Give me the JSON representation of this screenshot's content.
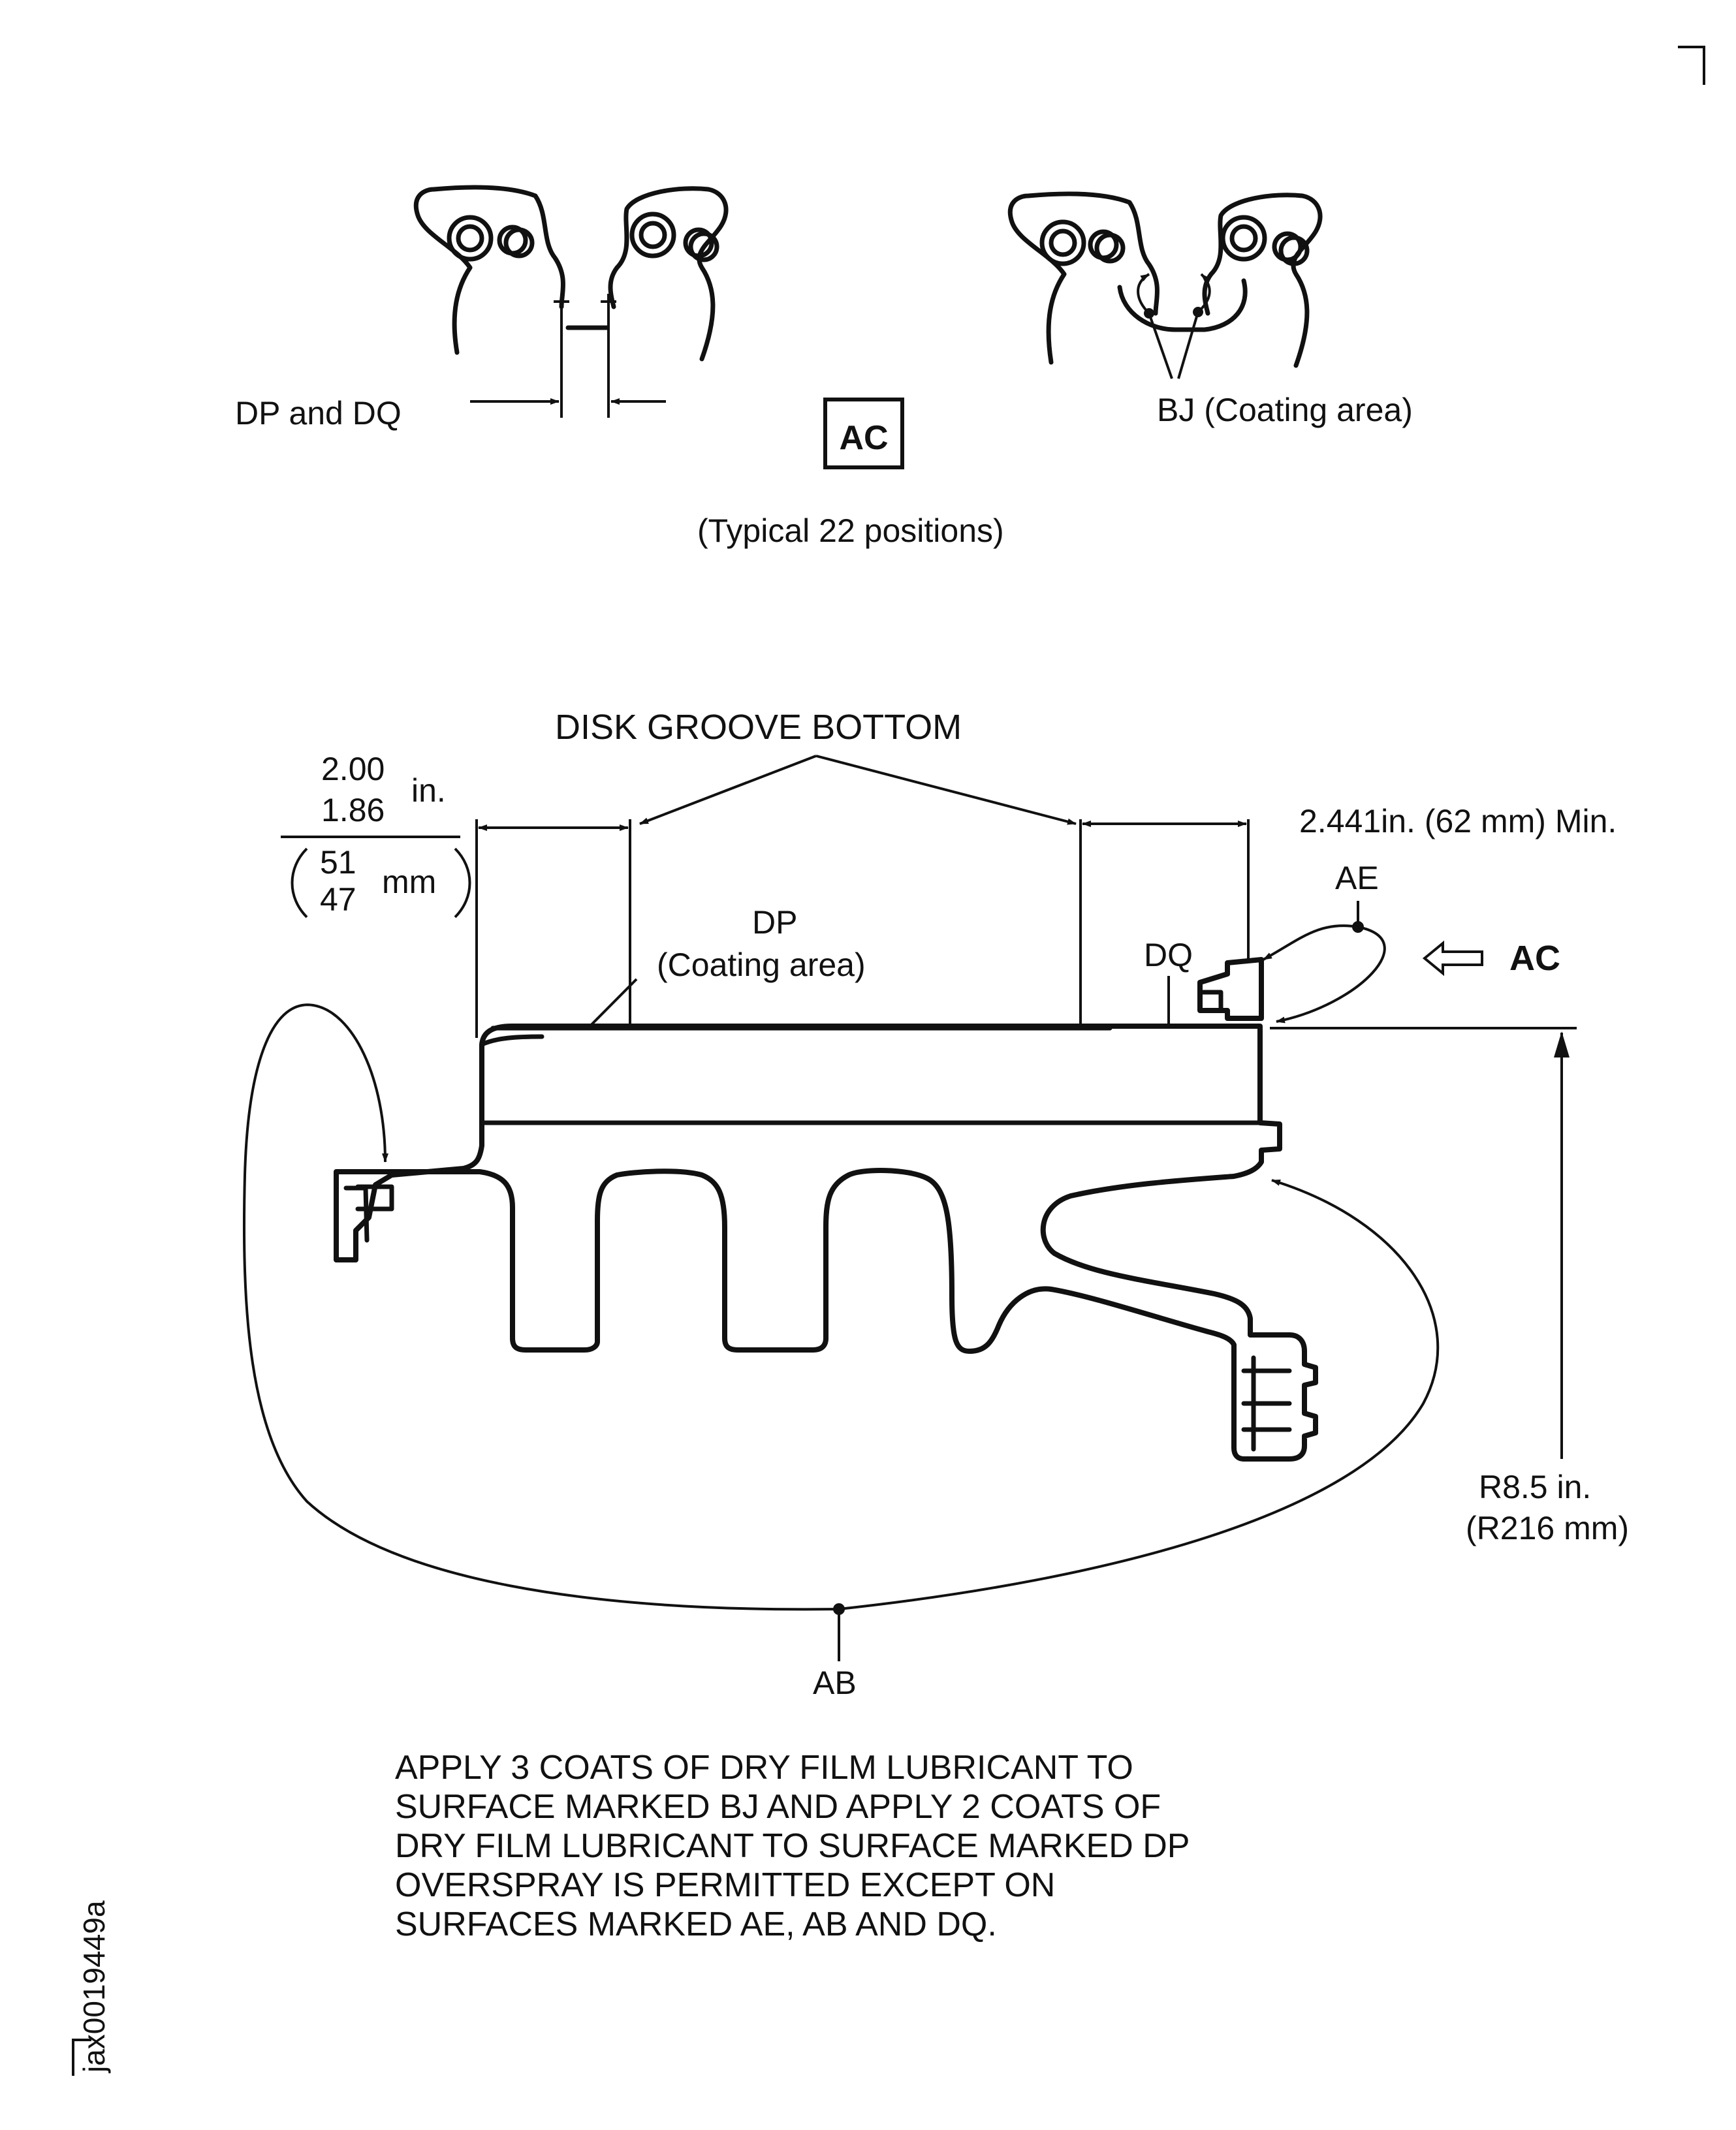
{
  "view_ac": {
    "dp_dq_label": "DP and DQ",
    "view_tag": "AC",
    "bj_label": "BJ (Coating area)",
    "typical_label": "(Typical 22 positions)"
  },
  "section": {
    "groove_label": "DISK GROOVE BOTTOM",
    "dim_left_upper": "2.00",
    "dim_left_lower": "1.86",
    "dim_left_unit": "in.",
    "dim_left_mm_upper": "51",
    "dim_left_mm_lower": "47",
    "dim_left_mm_unit": "mm",
    "dim_right": "2.441in. (62 mm) Min.",
    "ae_label": "AE",
    "ac_arrow_label": "AC",
    "dp_label": "DP",
    "dp_sub": "(Coating area)",
    "dq_label": "DQ",
    "radius_in": "R8.5 in.",
    "radius_mm": "(R216 mm)",
    "ab_label": "AB"
  },
  "note_lines": [
    "APPLY 3 COATS OF DRY FILM LUBRICANT TO",
    "SURFACE MARKED BJ AND APPLY 2 COATS OF",
    "DRY FILM LUBRICANT TO SURFACE MARKED DP",
    "OVERSPRAY IS PERMITTED EXCEPT ON",
    "SURFACES MARKED AE, AB AND DQ."
  ],
  "figure_id": "jax0019449a"
}
